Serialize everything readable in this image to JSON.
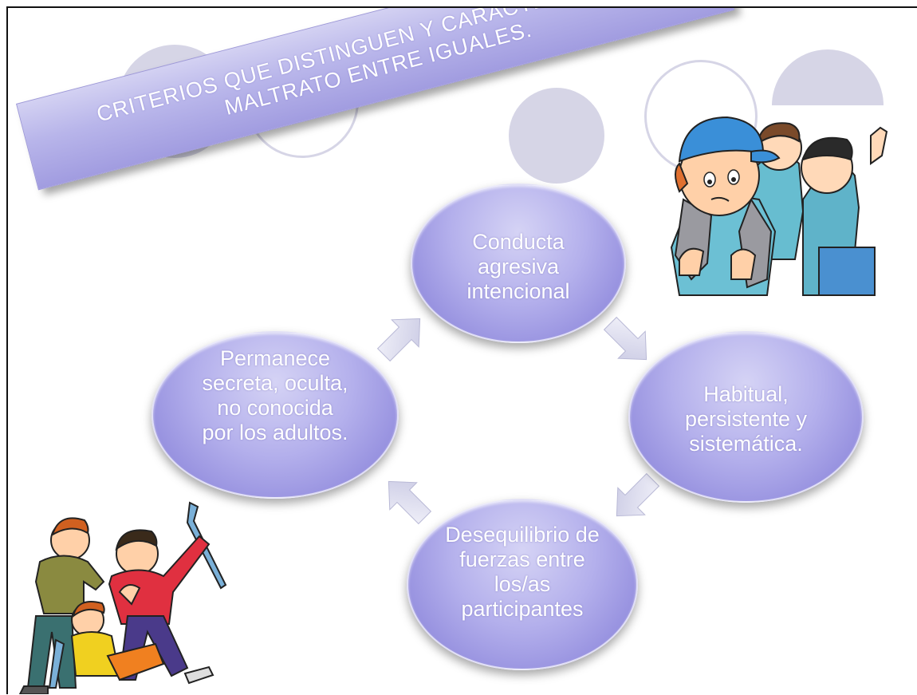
{
  "title": {
    "line1": "CRITERIOS QUE DISTINGUEN Y CARACTERIZAN EL",
    "line2": "MALTRATO ENTRE IGUALES."
  },
  "cycle": {
    "nodes": [
      {
        "text": "Conducta agresiva intencional"
      },
      {
        "text": "Habitual, persistente y sistemática."
      },
      {
        "text": "Desequilibrio de fuerzas entre los/as participantes"
      },
      {
        "text": "Permanece secreta, oculta, no conocida por los adultos."
      }
    ]
  },
  "colors": {
    "node": "#a9a4e6",
    "arrow": "#dcdcf0",
    "deco": "#d6d5e6"
  },
  "icons": {
    "top_right": "schoolboys-cartoon",
    "bottom_left": "fighting-kids-cartoon"
  }
}
